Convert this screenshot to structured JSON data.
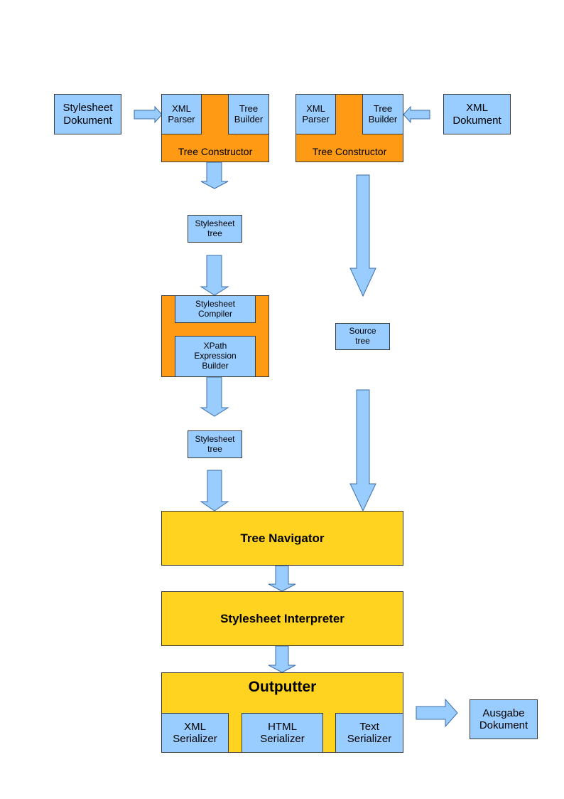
{
  "diagram": {
    "stylesheet_dokument": "Stylesheet\nDokument",
    "xml_dokument": "XML\nDokument",
    "left_constructor": {
      "xml_parser": "XML\nParser",
      "tree_builder": "Tree\nBuilder",
      "label": "Tree Constructor"
    },
    "right_constructor": {
      "xml_parser": "XML\nParser",
      "tree_builder": "Tree\nBuilder",
      "label": "Tree Constructor"
    },
    "stylesheet_tree_1": "Stylesheet\ntree",
    "compiler_block": {
      "stylesheet_compiler": "Stylesheet\nCompiler",
      "xpath_builder": "XPath\nExpression\nBuilder"
    },
    "source_tree": "Source\ntree",
    "stylesheet_tree_2": "Stylesheet\ntree",
    "tree_navigator": "Tree Navigator",
    "stylesheet_interpreter": "Stylesheet Interpreter",
    "outputter": {
      "title": "Outputter",
      "xml_serializer": "XML\nSerializer",
      "html_serializer": "HTML\nSerializer",
      "text_serializer": "Text\nSerializer"
    },
    "ausgabe_dokument": "Ausgabe\nDokument"
  }
}
